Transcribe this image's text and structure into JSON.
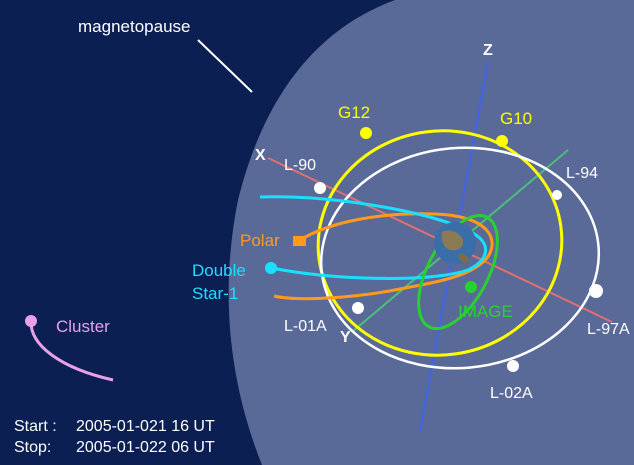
{
  "colors": {
    "space": "#0b1f52",
    "magnetosphere": "#5a6a98",
    "geo_orbit": "#ffff00",
    "lanl_orbit": "#ffffff",
    "polar": "#ff9a1a",
    "double_star": "#19e0ff",
    "image": "#27d12f",
    "cluster": "#e8a0e8",
    "x_axis": "#e07070",
    "y_axis": "#49c07a",
    "z_axis": "#4466dd"
  },
  "labels": {
    "magnetopause": "magnetopause",
    "axis_x": "X",
    "axis_y": "Y",
    "axis_z": "Z",
    "g12": "G12",
    "g10": "G10",
    "l90": "L-90",
    "l94": "L-94",
    "polar": "Polar",
    "double_star_line1": "Double",
    "double_star_line2": "Star-1",
    "image": "IMAGE",
    "l01a": "L-01A",
    "l97a": "L-97A",
    "l02a": "L-02A",
    "cluster": "Cluster"
  },
  "time_range": {
    "start_label": "Start :",
    "start_value": "2005-01-021 16 UT",
    "stop_label": "Stop:",
    "stop_value": "2005-01-022 06 UT"
  }
}
